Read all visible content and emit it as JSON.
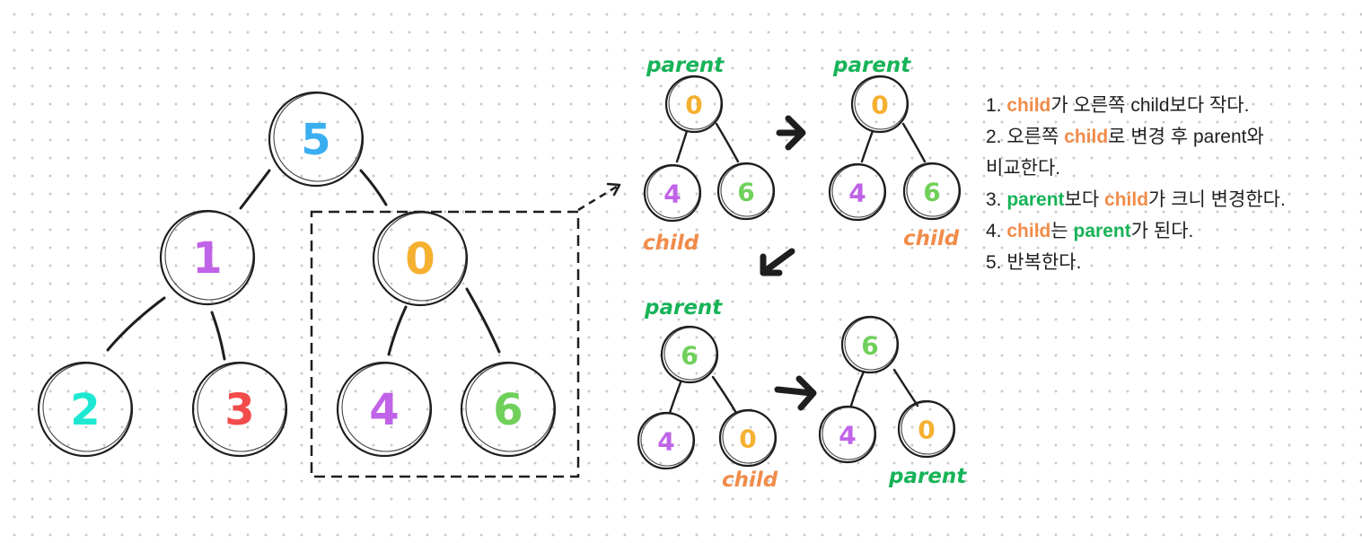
{
  "colors": {
    "ink": "#1e1e1e",
    "blue": "#3aaef0",
    "purple": "#c063e8",
    "orange": "#f5b030",
    "cyan": "#1ee8d2",
    "red": "#f24b4b",
    "green": "#6fd05a",
    "child_label": "#f08c4a",
    "parent_label": "#17b358"
  },
  "tree": {
    "root": "5",
    "left": "1",
    "right": "0",
    "left_left": "2",
    "left_right": "3",
    "right_left": "4",
    "right_right": "6"
  },
  "labels": {
    "parent": "parent",
    "child": "child"
  },
  "steps": {
    "s1": {
      "num": "1.",
      "child": "child",
      "rest": "가  오른쪽 child보다 작다."
    },
    "s2": {
      "num": "2. 오른쪽",
      "child": "child",
      "rest": "로 변경 후 parent와"
    },
    "s2b": {
      "text": "비교한다."
    },
    "s3": {
      "num": "3.",
      "parent": "parent",
      "mid": "보다",
      "child": "child",
      "rest": "가 크니 변경한다."
    },
    "s4": {
      "num": "4.",
      "child": "child",
      "mid": "는",
      "parent": "parent",
      "rest": "가 된다."
    },
    "s5": {
      "text": "5. 반복한다."
    }
  }
}
